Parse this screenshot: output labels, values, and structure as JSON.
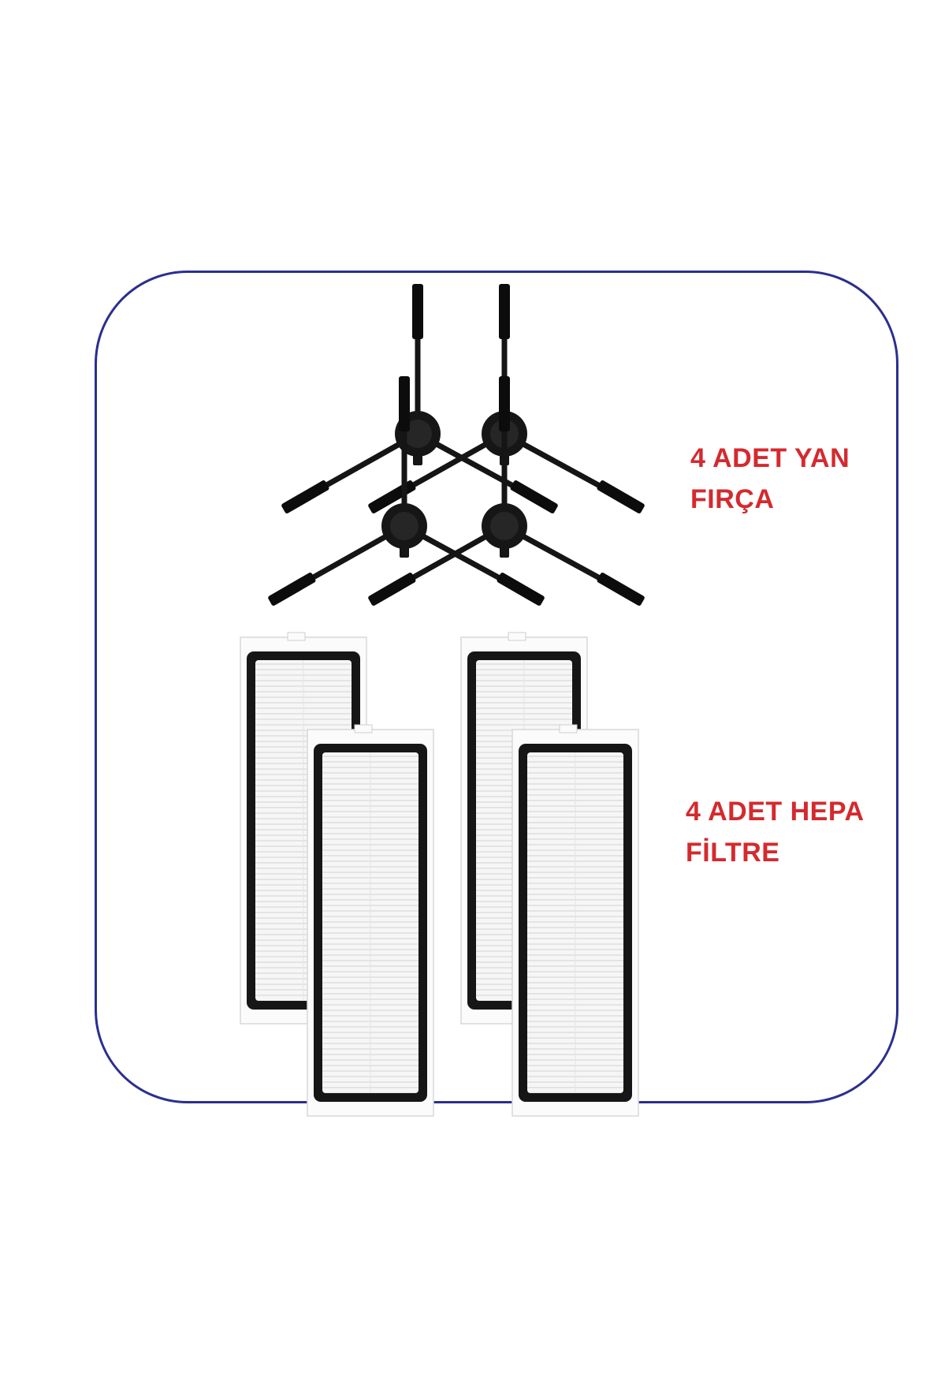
{
  "brushes_label": {
    "line1": "4 ADET YAN",
    "line2": "FIRÇA"
  },
  "filters_label": {
    "line1": "4 ADET HEPA",
    "line2": "FİLTRE"
  },
  "icons": [
    "side-brush-icon",
    "hepa-filter-icon"
  ],
  "colors": {
    "frame": "#2a2f8f",
    "label": "#d42a2e",
    "brush": "#111111",
    "filter_border": "#1a1a1a",
    "filter_media": "#f4f4f4"
  }
}
